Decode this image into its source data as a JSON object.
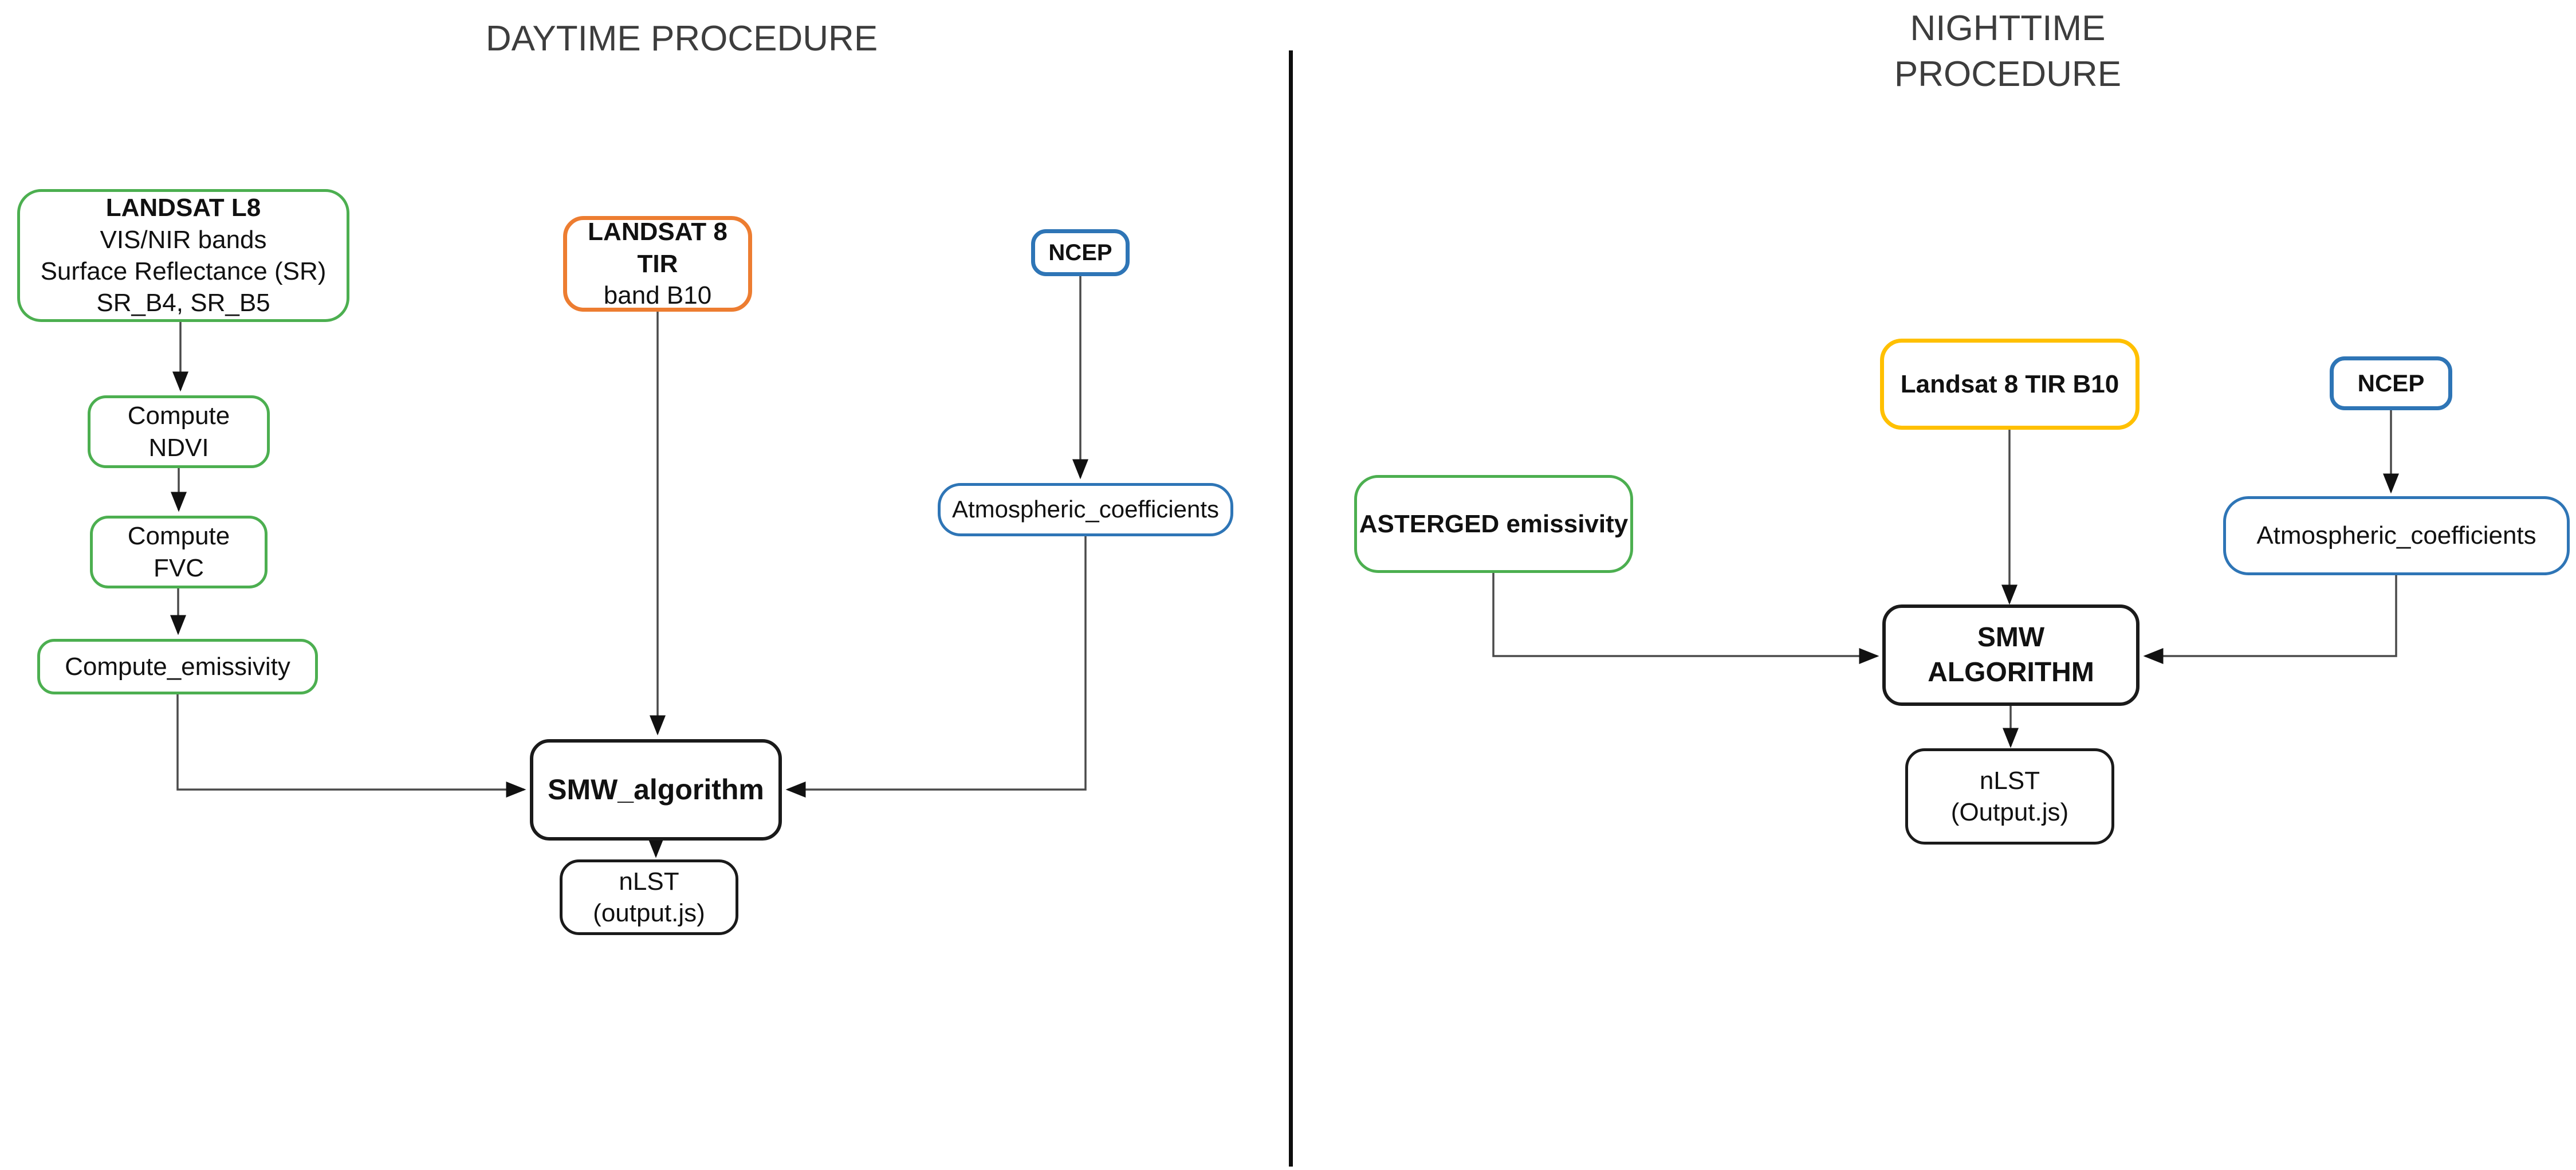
{
  "diagram": {
    "colors": {
      "green": "#4CAF50",
      "orange": "#ED7D31",
      "blue": "#2E75B6",
      "yellow": "#FFC000",
      "black": "#1a1a1a",
      "edge": "#4a4a4a",
      "title_text": "#3d3d3d"
    },
    "day": {
      "title": "DAYTIME PROCEDURE",
      "nodes": {
        "landsat_l8": {
          "title": "LANDSAT L8",
          "line1": "VIS/NIR bands",
          "line2": "Surface Reflectance (SR)",
          "line3": "SR_B4, SR_B5",
          "border_color": "#4CAF50"
        },
        "compute_ndvi": {
          "line1": "Compute",
          "line2": "NDVI",
          "border_color": "#4CAF50"
        },
        "compute_fvc": {
          "line1": "Compute",
          "line2": "FVC",
          "border_color": "#4CAF50"
        },
        "compute_emissivity": {
          "label": "Compute_emissivity",
          "border_color": "#4CAF50"
        },
        "landsat_8_tir": {
          "title": "LANDSAT 8 TIR",
          "line1": "band B10",
          "border_color": "#ED7D31"
        },
        "ncep": {
          "label": "NCEP",
          "border_color": "#2E75B6"
        },
        "atmospheric_coefficients": {
          "label": "Atmospheric_coefficients",
          "border_color": "#2E75B6"
        },
        "smw_algorithm": {
          "label": "SMW_algorithm",
          "border_color": "#1a1a1a"
        },
        "nlst_output": {
          "line1": "nLST",
          "line2": "(output.js)",
          "border_color": "#1a1a1a"
        }
      },
      "edges": [
        {
          "from": "landsat_l8",
          "to": "compute_ndvi"
        },
        {
          "from": "compute_ndvi",
          "to": "compute_fvc"
        },
        {
          "from": "compute_fvc",
          "to": "compute_emissivity"
        },
        {
          "from": "compute_emissivity",
          "to": "smw_algorithm"
        },
        {
          "from": "landsat_8_tir",
          "to": "smw_algorithm"
        },
        {
          "from": "ncep",
          "to": "atmospheric_coefficients"
        },
        {
          "from": "atmospheric_coefficients",
          "to": "smw_algorithm"
        },
        {
          "from": "smw_algorithm",
          "to": "nlst_output"
        }
      ]
    },
    "night": {
      "title_line1": "NIGHTTIME",
      "title_line2": "PROCEDURE",
      "nodes": {
        "asterged_emissivity": {
          "label": "ASTERGED emissivity",
          "border_color": "#4CAF50"
        },
        "landsat_8_tir_b10": {
          "label": "Landsat 8 TIR B10",
          "border_color": "#FFC000"
        },
        "ncep": {
          "label": "NCEP",
          "border_color": "#2E75B6"
        },
        "atmospheric_coefficients": {
          "label": "Atmospheric_coefficients",
          "border_color": "#2E75B6"
        },
        "smw_algorithm": {
          "line1": "SMW",
          "line2": "ALGORITHM",
          "border_color": "#1a1a1a"
        },
        "nlst_output": {
          "line1": "nLST",
          "line2": "(Output.js)",
          "border_color": "#1a1a1a"
        }
      },
      "edges": [
        {
          "from": "asterged_emissivity",
          "to": "smw_algorithm"
        },
        {
          "from": "landsat_8_tir_b10",
          "to": "smw_algorithm"
        },
        {
          "from": "ncep",
          "to": "atmospheric_coefficients"
        },
        {
          "from": "atmospheric_coefficients",
          "to": "smw_algorithm"
        },
        {
          "from": "smw_algorithm",
          "to": "nlst_output"
        }
      ]
    }
  }
}
